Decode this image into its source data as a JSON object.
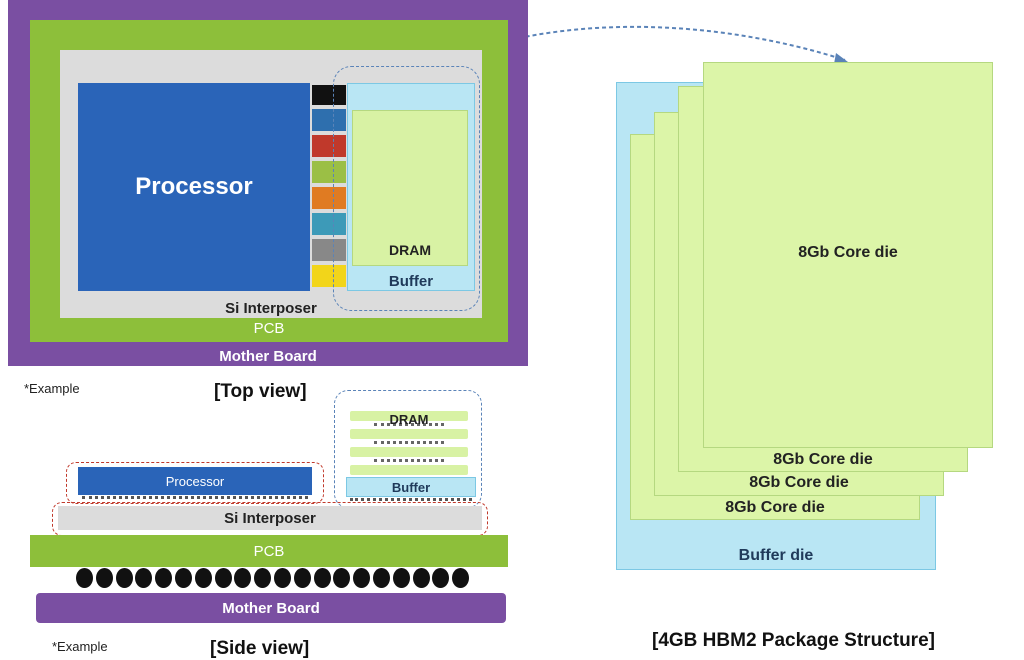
{
  "top_view": {
    "mother_board": "Mother Board",
    "pcb": "PCB",
    "si_interposer": "Si Interposer",
    "processor": "Processor",
    "dram": "DRAM",
    "buffer": "Buffer",
    "example_note": "*Example",
    "caption": "[Top view]",
    "colors": {
      "mother_board": "#7a4fa2",
      "pcb": "#8dbf3a",
      "interposer": "#dcdcdc",
      "processor": "#2a64b8",
      "dram": "#d8f2a4",
      "buffer": "#b9e6f4"
    }
  },
  "side_view": {
    "dram": "DRAM",
    "buffer": "Buffer",
    "processor": "Processor",
    "si_interposer": "Si Interposer",
    "pcb": "PCB",
    "mother_board": "Mother Board",
    "example_note": "*Example",
    "caption": "[Side view]",
    "solder_ball_count": 20
  },
  "hbm2": {
    "core_dies": [
      "8Gb Core die",
      "8Gb Core die",
      "8Gb Core die",
      "8Gb Core die"
    ],
    "buffer_die": "Buffer die",
    "caption": "[4GB HBM2 Package Structure]",
    "colors": {
      "core_die": "#dcf5a8",
      "buffer_die": "#b9e6f4"
    }
  }
}
